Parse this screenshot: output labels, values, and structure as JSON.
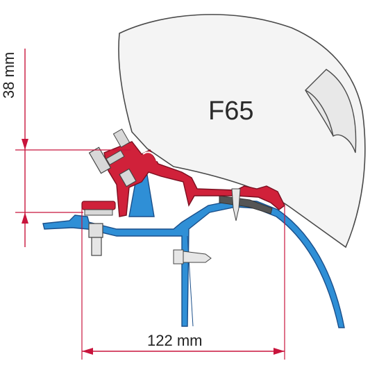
{
  "diagram": {
    "model_label": "F65",
    "vertical_dimension": "38 mm",
    "horizontal_dimension": "122 mm",
    "colors": {
      "bracket_red": "#d0213a",
      "profile_blue": "#2f8fd6",
      "profile_blue_dark": "#1b4f8a",
      "dimension_line": "#c8143c",
      "casing_fill": "#f4f4f4",
      "casing_outline": "#4a4a4a"
    }
  }
}
